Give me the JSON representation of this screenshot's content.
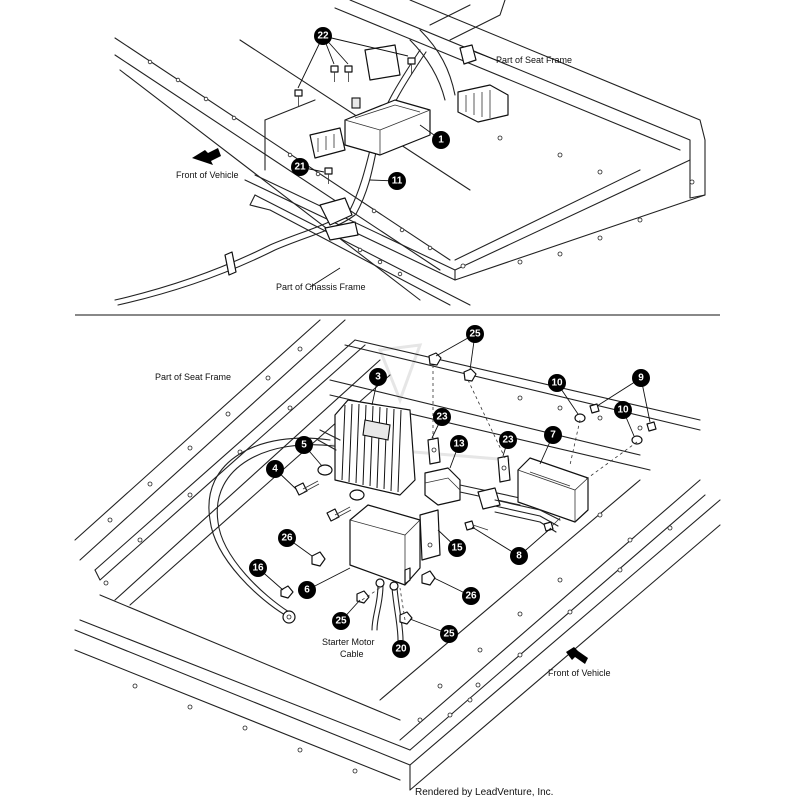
{
  "top_panel": {
    "labels": {
      "seat_frame": "Part of Seat Frame",
      "front_of_vehicle": "Front of Vehicle",
      "chassis_frame": "Part of Chassis Frame"
    },
    "callouts": [
      "22",
      "1",
      "21",
      "11"
    ]
  },
  "bottom_panel": {
    "labels": {
      "seat_frame": "Part of Seat Frame",
      "starter_cable_line1": "Starter Motor",
      "starter_cable_line2": "Cable",
      "front_of_vehicle": "Front of Vehicle"
    },
    "callouts": [
      "25",
      "3",
      "10",
      "9",
      "10",
      "23",
      "13",
      "23",
      "7",
      "5",
      "4",
      "26",
      "16",
      "6",
      "15",
      "8",
      "26",
      "25",
      "20",
      "25"
    ]
  },
  "footer": {
    "credit": "Rendered by LeadVenture, Inc."
  }
}
